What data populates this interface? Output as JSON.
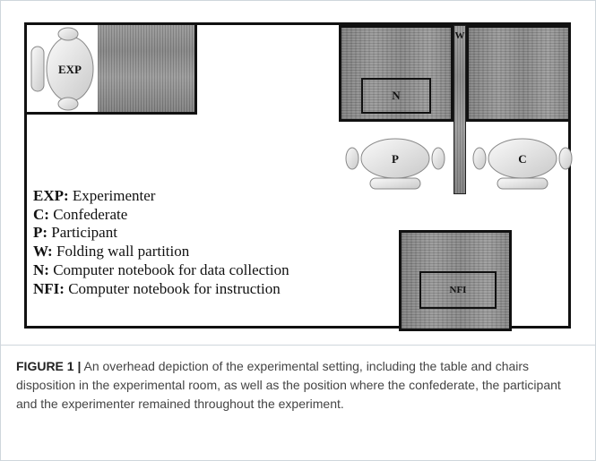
{
  "diagram": {
    "labels": {
      "experimenter_chair": "EXP",
      "participant_chair": "P",
      "confederate_chair": "C",
      "wall": "W",
      "notebook_collection": "N",
      "notebook_instruction": "NFI"
    },
    "legend": [
      {
        "key": "EXP:",
        "text": " Experimenter"
      },
      {
        "key": "C:",
        "text": " Confederate"
      },
      {
        "key": "P:",
        "text": " Participant"
      },
      {
        "key": "W:",
        "text": " Folding wall partition"
      },
      {
        "key": "N:",
        "text": " Computer notebook for data collection"
      },
      {
        "key": "NFI:",
        "text": " Computer notebook for instruction"
      }
    ]
  },
  "caption": {
    "label": "FIGURE 1 |",
    "text": " An overhead depiction of the experimental setting, including the table and chairs disposition in the experimental room, as well as the position where the confederate, the participant and the experimenter remained throughout the experiment."
  }
}
